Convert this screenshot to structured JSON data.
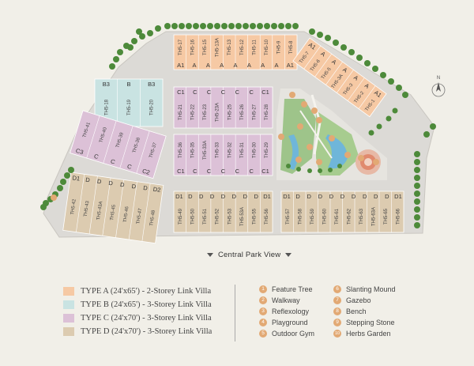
{
  "map": {
    "compass_label": "N",
    "footer_label": "Central Park View",
    "colors": {
      "type_a": "#f6c9a4",
      "type_b": "#c9e3e2",
      "type_c": "#dcc1d7",
      "type_d": "#dccbb0",
      "road": "#dcdad6",
      "tree": "#4d8a3a",
      "amenity": "#e2a974"
    }
  },
  "blocks": [
    {
      "id": "top-row",
      "type": "A",
      "letters": [
        "A1",
        "A",
        "A",
        "A",
        "A",
        "A",
        "A",
        "A",
        "A1"
      ],
      "lots": [
        "TH5-17",
        "TH5-16",
        "TH5-15",
        "TH5-13A",
        "TH5-13",
        "TH5-12",
        "TH5-11",
        "TH5-10",
        "TH5-9",
        "TH5-8"
      ]
    },
    {
      "id": "diag-a",
      "type": "A",
      "letters": [
        "A1",
        "A",
        "A",
        "A",
        "A",
        "A",
        "A1"
      ],
      "lots": [
        "TH5-7",
        "TH5-6",
        "TH5-5",
        "TH5-3A",
        "TH5-3",
        "TH5-2",
        "TH5-1"
      ]
    },
    {
      "id": "b-block",
      "type": "B",
      "letters": [
        "B3",
        "B",
        "B3"
      ],
      "lots": [
        "TH5-18",
        "TH5-19",
        "TH5-20"
      ]
    },
    {
      "id": "c-mid1",
      "type": "C",
      "letters": [
        "C1",
        "C",
        "C",
        "C",
        "C",
        "C",
        "C1"
      ],
      "lots": [
        "TH5-21",
        "TH5-22",
        "TH5-23",
        "TH5-23A",
        "TH5-25",
        "TH5-26",
        "TH5-27",
        "TH5-28"
      ]
    },
    {
      "id": "c-mid2",
      "type": "C",
      "letters": [
        "C1",
        "C",
        "C",
        "C",
        "C",
        "C",
        "C1"
      ],
      "lots": [
        "TH5-36",
        "TH5-35",
        "TH5-33A",
        "TH5-33",
        "TH5-32",
        "TH5-31",
        "TH5-30",
        "TH5-29"
      ]
    },
    {
      "id": "c-left",
      "type": "C",
      "letters": [
        "C3",
        "C",
        "C",
        "C",
        "C2"
      ],
      "lots": [
        "TH5-41",
        "TH5-40",
        "TH5-39",
        "TH5-38",
        "TH5-37"
      ]
    },
    {
      "id": "d-left",
      "type": "D",
      "letters": [
        "D1",
        "D",
        "D",
        "D",
        "D",
        "D",
        "D",
        "D2"
      ],
      "lots": [
        "TH5-42",
        "TH5-43",
        "TH5-43A",
        "TH5-45",
        "TH5-46",
        "TH5-47",
        "TH5-48"
      ]
    },
    {
      "id": "d-bot1",
      "type": "D",
      "letters": [
        "D1",
        "D",
        "D",
        "D",
        "D",
        "D",
        "D",
        "D",
        "D1"
      ],
      "lots": [
        "TH5-49",
        "TH5-50",
        "TH5-51",
        "TH5-52",
        "TH5-53",
        "TH5-53A",
        "TH5-55",
        "TH5-56"
      ]
    },
    {
      "id": "d-bot2",
      "type": "D",
      "letters": [
        "D1",
        "D",
        "D",
        "D",
        "D",
        "D",
        "D",
        "D",
        "D",
        "D",
        "D1"
      ],
      "lots": [
        "TH5-57",
        "TH5-58",
        "TH5-59",
        "TH5-60",
        "TH5-61",
        "TH5-62",
        "TH5-63",
        "TH5-63A",
        "TH5-65",
        "TH5-66"
      ]
    }
  ],
  "legend": {
    "types": [
      {
        "key": "a",
        "label": "TYPE A (24'x65') - 2-Storey Link Villa",
        "color": "#f6c9a4"
      },
      {
        "key": "b",
        "label": "TYPE B (24'x65') - 3-Storey Link Villa",
        "color": "#c9e3e2"
      },
      {
        "key": "c",
        "label": "TYPE C (24'x70') - 3-Storey Link Villa",
        "color": "#dcc1d7"
      },
      {
        "key": "d",
        "label": "TYPE D (24'x70') - 3-Storey Link Villa",
        "color": "#dccbb0"
      }
    ],
    "amenities": [
      {
        "n": "1",
        "label": "Feature Tree"
      },
      {
        "n": "2",
        "label": "Walkway"
      },
      {
        "n": "3",
        "label": "Reflexology"
      },
      {
        "n": "4",
        "label": "Playground"
      },
      {
        "n": "5",
        "label": "Outdoor Gym"
      },
      {
        "n": "6",
        "label": "Slanting Mound"
      },
      {
        "n": "7",
        "label": "Gazebo"
      },
      {
        "n": "8",
        "label": "Bench"
      },
      {
        "n": "9",
        "label": "Stepping Stone"
      },
      {
        "n": "10",
        "label": "Herbs Garden"
      }
    ]
  }
}
